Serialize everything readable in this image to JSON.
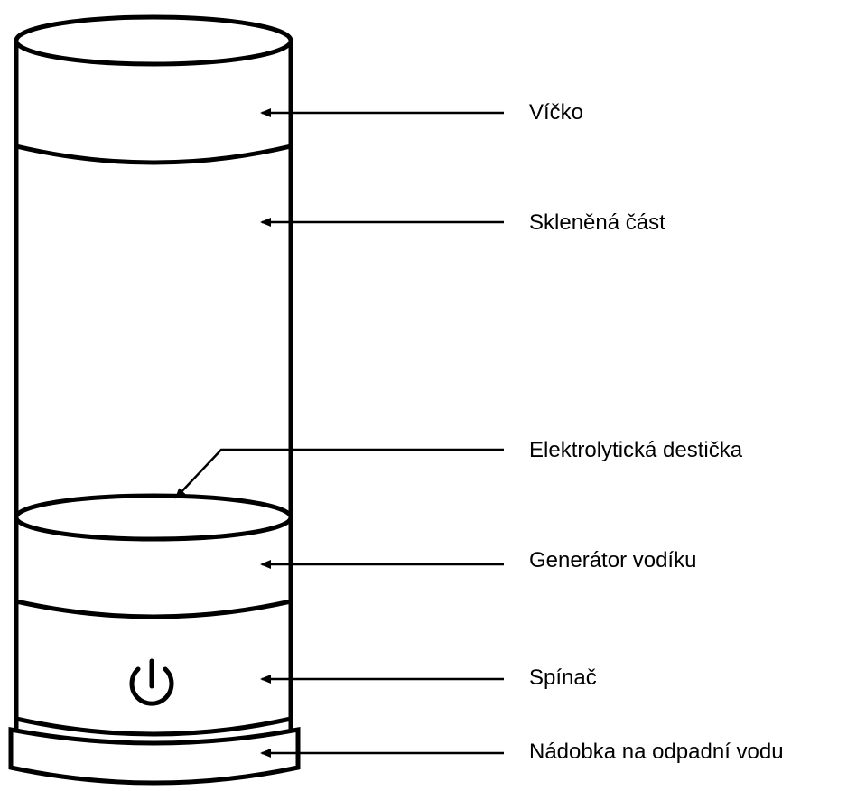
{
  "labels": [
    "Víčko",
    "Skleněná část",
    "Elektrolytická destička",
    "Generátor vodíku",
    "Spínač",
    "Nádobka na odpadní vodu"
  ],
  "colors": {
    "stroke": "#000000",
    "background": "#ffffff"
  },
  "icons": {
    "power": "power-icon"
  }
}
